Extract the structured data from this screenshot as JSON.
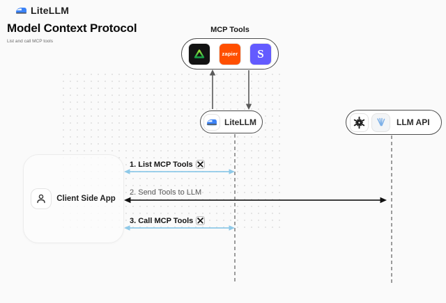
{
  "header": {
    "brand": "LiteLLM",
    "title": "Model Context Protocol",
    "subtitle": "List and call MCP tools"
  },
  "mcp_box": {
    "label": "MCP Tools",
    "tools": [
      {
        "name": "green-triangle-tool"
      },
      {
        "name": "zapier",
        "label": "zapier"
      },
      {
        "name": "stripe",
        "label": "S"
      }
    ]
  },
  "nodes": {
    "litellm": {
      "label": "LiteLLM"
    },
    "llm_api": {
      "label": "LLM API"
    },
    "client": {
      "label": "Client Side App"
    }
  },
  "sequence_arrows": [
    {
      "step": "1. List MCP Tools",
      "tools_icon": true
    },
    {
      "step": "2. Send Tools to LLM",
      "tools_icon": false
    },
    {
      "step": "3. Call MCP Tools",
      "tools_icon": true
    }
  ],
  "colors": {
    "background": "#fafafa",
    "arrow_blue": "#8ec9e8",
    "arrow_dark": "#3d3d3d",
    "lifeline_gray": "#9b9b9b",
    "vertical_arrow_gray": "#5a5a5a",
    "zapier_orange": "#ff4f00",
    "stripe_purple": "#635bff",
    "tool_green_light": "#a3e635",
    "tool_green_dark": "#16a34a",
    "litellm_blue": "#3b82f6",
    "provider_blue": "#7eb1e8"
  }
}
